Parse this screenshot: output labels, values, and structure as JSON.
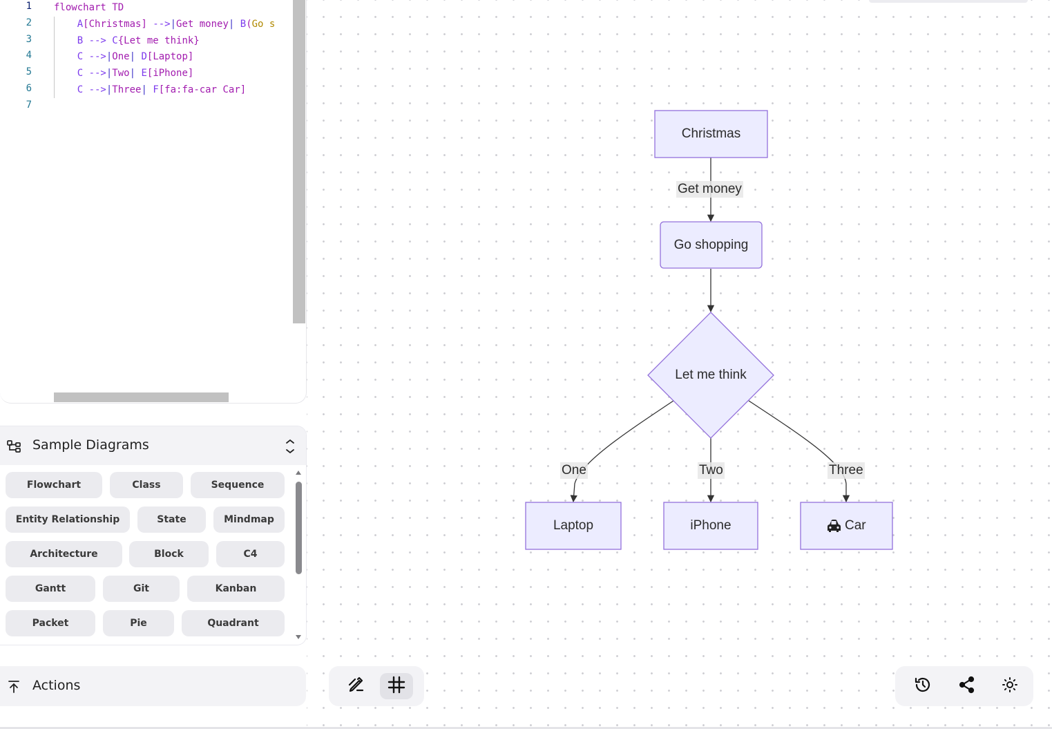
{
  "editor": {
    "line_numbers": [
      "1",
      "2",
      "3",
      "4",
      "5",
      "6",
      "7"
    ],
    "lines": [
      [
        {
          "t": "flowchart TD",
          "c": "kw"
        }
      ],
      [
        {
          "t": "    ",
          "c": "pl"
        },
        {
          "t": "A",
          "c": "id"
        },
        {
          "t": "[Christmas]",
          "c": "kw"
        },
        {
          "t": " -->",
          "c": "id"
        },
        {
          "t": "|",
          "c": "pl"
        },
        {
          "t": "Get money",
          "c": "kw"
        },
        {
          "t": "| ",
          "c": "pl"
        },
        {
          "t": "B",
          "c": "id"
        },
        {
          "t": "(",
          "c": "kw"
        },
        {
          "t": "Go s",
          "c": "yl"
        }
      ],
      [
        {
          "t": "    B --> ",
          "c": "id"
        },
        {
          "t": "C",
          "c": "id"
        },
        {
          "t": "{Let me think}",
          "c": "kw"
        }
      ],
      [
        {
          "t": "    C -->",
          "c": "id"
        },
        {
          "t": "|",
          "c": "pl"
        },
        {
          "t": "One",
          "c": "kw"
        },
        {
          "t": "| ",
          "c": "pl"
        },
        {
          "t": "D",
          "c": "id"
        },
        {
          "t": "[Laptop]",
          "c": "kw"
        }
      ],
      [
        {
          "t": "    C -->",
          "c": "id"
        },
        {
          "t": "|",
          "c": "pl"
        },
        {
          "t": "Two",
          "c": "kw"
        },
        {
          "t": "| ",
          "c": "pl"
        },
        {
          "t": "E",
          "c": "id"
        },
        {
          "t": "[iPhone]",
          "c": "kw"
        }
      ],
      [
        {
          "t": "    C -->",
          "c": "id"
        },
        {
          "t": "|",
          "c": "pl"
        },
        {
          "t": "Three",
          "c": "kw"
        },
        {
          "t": "| ",
          "c": "pl"
        },
        {
          "t": "F",
          "c": "id"
        },
        {
          "t": "[fa:fa-car Car]",
          "c": "kw"
        }
      ],
      []
    ]
  },
  "samples": {
    "title": "Sample Diagrams",
    "chips": [
      "Flowchart",
      "Class",
      "Sequence",
      "Entity Relationship",
      "State",
      "Mindmap",
      "Architecture",
      "Block",
      "C4",
      "Gantt",
      "Git",
      "Kanban",
      "Packet",
      "Pie",
      "Quadrant"
    ]
  },
  "actions": {
    "label": "Actions"
  },
  "diagram": {
    "nodes": {
      "christmas": "Christmas",
      "shopping": "Go shopping",
      "think": "Let me think",
      "laptop": "Laptop",
      "iphone": "iPhone",
      "car": "Car"
    },
    "edges": {
      "get_money": "Get money",
      "one": "One",
      "two": "Two",
      "three": "Three"
    }
  },
  "colors": {
    "node_fill": "#ECECFF",
    "node_stroke": "#9370DB",
    "edge": "#333333",
    "keyword": "#a21caf"
  },
  "icons": {
    "samples": "flowchart-icon",
    "collapse": "chevron-collapse-icon",
    "actions": "upload-icon",
    "edit": "pen-icon",
    "grid": "grid-icon",
    "history": "history-icon",
    "share": "share-icon",
    "theme": "sun-icon",
    "car": "car-icon"
  }
}
